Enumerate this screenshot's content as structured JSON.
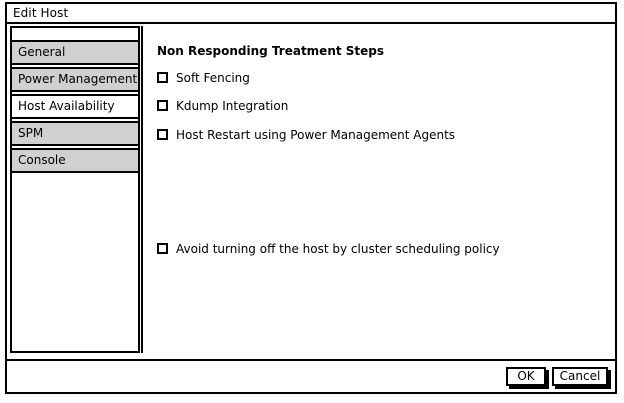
{
  "window": {
    "title": "Edit Host"
  },
  "sidebar": {
    "tabs": [
      {
        "label": "General",
        "active": false
      },
      {
        "label": "Power Management",
        "active": false
      },
      {
        "label": "Host Availability",
        "active": true
      },
      {
        "label": "SPM",
        "active": false
      },
      {
        "label": "Console",
        "active": false
      }
    ]
  },
  "content": {
    "heading": "Non Responding Treatment Steps",
    "checkboxes": [
      {
        "label": "Soft Fencing",
        "checked": false
      },
      {
        "label": "Kdump Integration",
        "checked": false
      },
      {
        "label": "Host Restart using Power Management Agents",
        "checked": false
      }
    ],
    "extra_checkbox": {
      "label": "Avoid turning off the host by cluster scheduling policy",
      "checked": false
    }
  },
  "footer": {
    "ok_label": "OK",
    "cancel_label": "Cancel"
  },
  "colors": {
    "border": "#000000",
    "tab_inactive_bg": "#d0d0d0",
    "tab_active_bg": "#ffffff",
    "page_bg": "#ffffff",
    "text": "#000000"
  }
}
